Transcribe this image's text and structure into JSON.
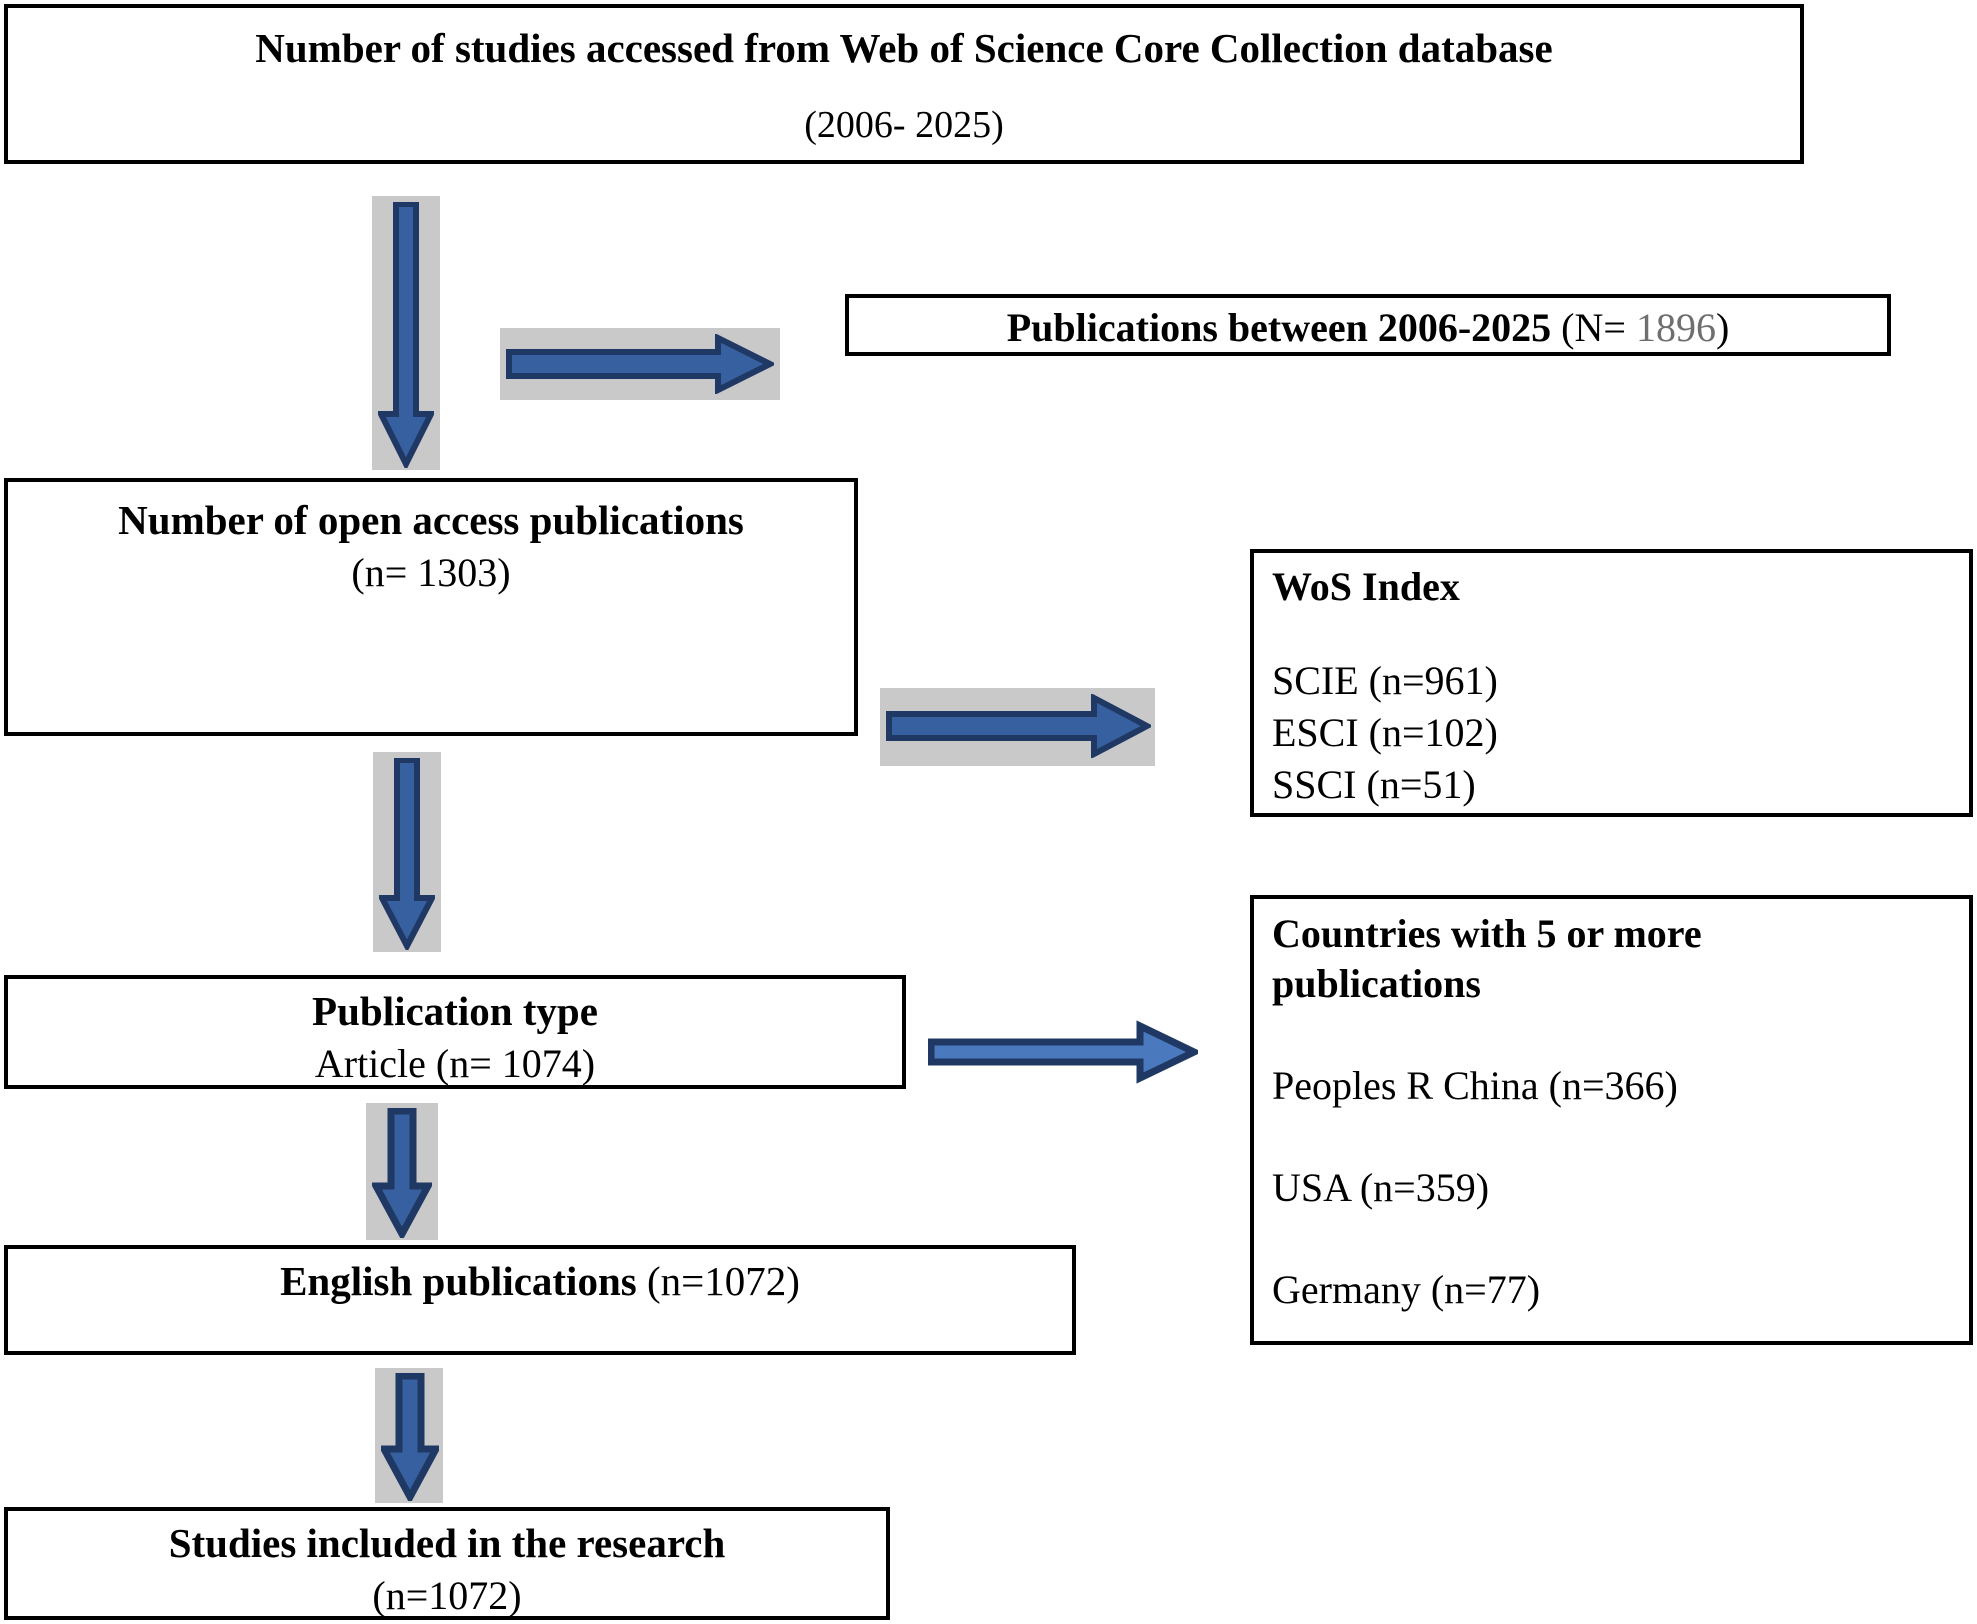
{
  "diagram": {
    "title": "PRISMA-style study selection flowchart",
    "colors": {
      "arrow_fill": "#36609f",
      "arrow_fill_light": "#4a79bd",
      "arrow_outline": "#1f3864",
      "plate_gray": "#c9c9c9",
      "box_border": "#000000",
      "text": "#000000",
      "muted_number": "#6f6f6f"
    }
  },
  "boxes": {
    "source": {
      "line1": "Number of studies accessed from Web of Science Core Collection database",
      "line2": "(2006- 2025)"
    },
    "publications": {
      "label": "Publications between 2006-2025",
      "count": " (N= ",
      "count_value": "1896",
      "count_close": ")"
    },
    "open_access": {
      "line1": "Number of open access publications",
      "line2": "(n= 1303)"
    },
    "wos_index": {
      "heading": "WoS Index",
      "items": [
        "SCIE (n=961)",
        "ESCI (n=102)",
        "SSCI (n=51)"
      ]
    },
    "publication_type": {
      "line1": "Publication type",
      "line2": "Article (n= 1074)"
    },
    "countries": {
      "heading_line1": "Countries with 5 or more",
      "heading_line2": "publications",
      "items": [
        "Peoples R China (n=366)",
        "USA (n=359)",
        "Germany (n=77)"
      ]
    },
    "english": {
      "label": "English publications",
      "count": " (n=1072)"
    },
    "included": {
      "line1": "Studies included in the research",
      "line2": "(n=1072)"
    }
  },
  "arrows": {
    "down_source_to_open_access": "down-arrow",
    "right_to_publications": "right-arrow",
    "down_open_access_to_type": "down-arrow",
    "right_to_wos_index": "right-arrow",
    "right_to_countries": "right-arrow",
    "down_type_to_english": "down-arrow",
    "down_english_to_included": "down-arrow"
  }
}
